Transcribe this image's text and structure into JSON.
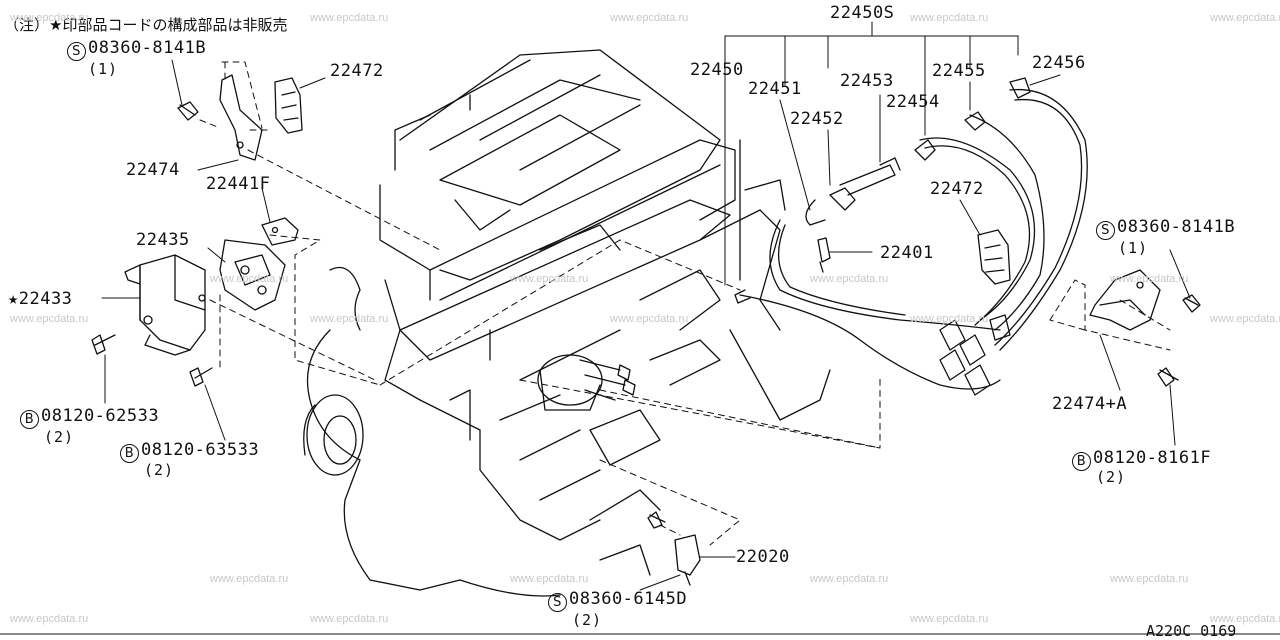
{
  "note": "（注）★印部品コードの構成部品は非販売",
  "diagram_code": "A220C 0169",
  "watermark": "www.epcdata.ru",
  "parts": {
    "harness_set": "22450S",
    "p22450": "22450",
    "p22451": "22451",
    "p22452": "22452",
    "p22453": "22453",
    "p22454": "22454",
    "p22455": "22455",
    "p22456": "22456",
    "p22472_left": "22472",
    "p22472_right": "22472",
    "p22474": "22474",
    "p22441f": "22441F",
    "p22435": "22435",
    "p22433": "★22433",
    "p22401": "22401",
    "p22474a": "22474+A",
    "p22020": "22020"
  },
  "fasteners": {
    "f1_prefix": "S",
    "f1_code": "08360-8141B",
    "f1_qty": "(1)",
    "f2_prefix": "B",
    "f2_code": "08120-62533",
    "f2_qty": "(2)",
    "f3_prefix": "B",
    "f3_code": "08120-63533",
    "f3_qty": "(2)",
    "f4_prefix": "S",
    "f4_code": "08360-8141B",
    "f4_qty": "(1)",
    "f5_prefix": "B",
    "f5_code": "08120-8161F",
    "f5_qty": "(2)",
    "f6_prefix": "S",
    "f6_code": "08360-6145D",
    "f6_qty": "(2)"
  }
}
